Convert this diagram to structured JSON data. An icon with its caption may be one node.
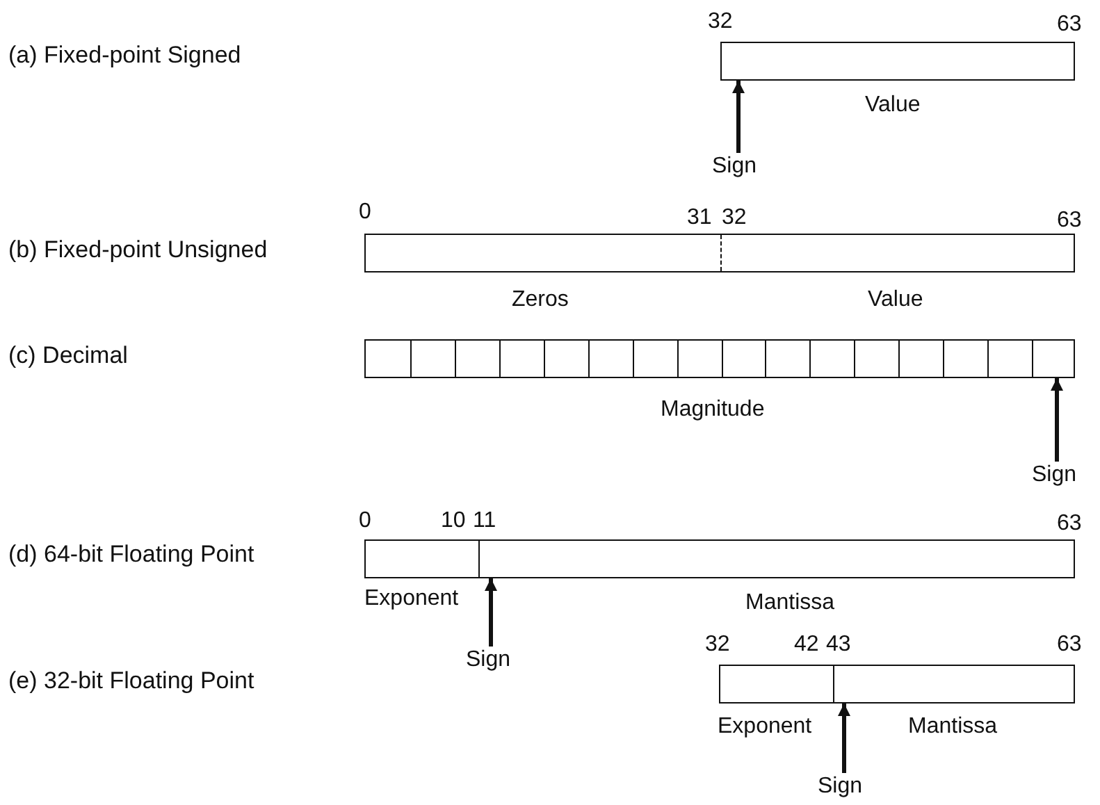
{
  "diagram": {
    "nodes": [
      {
        "text": [],
        "shape": "box",
        "beside": [
          "Value"
        ]
      },
      {
        "text": [
          "Sign"
        ]
      },
      {
        "text": [],
        "shape": "box",
        "beside": [
          "Zeros",
          "Value"
        ]
      },
      {
        "text": [],
        "shape": "box",
        "beside": [
          "Magnitude"
        ]
      },
      {
        "text": [
          "Sign"
        ]
      },
      {
        "text": [],
        "shape": "box",
        "beside": [
          "Exponent",
          "Mantissa"
        ]
      },
      {
        "text": [
          "Sign"
        ]
      },
      {
        "text": [],
        "shape": "box",
        "beside": [
          "Exponent",
          "Mantissa"
        ]
      },
      {
        "text": [
          "Sign"
        ]
      }
    ],
    "edges": [
      {
        "from": 1,
        "to": 0,
        "arrow": "to"
      },
      {
        "from": 4,
        "to": 3,
        "arrow": "to"
      },
      {
        "from": 6,
        "to": 5,
        "arrow": "to"
      },
      {
        "from": 8,
        "to": 7,
        "arrow": "to"
      }
    ],
    "labels": [
      "32",
      "63",
      "(a) Fixed-point Signed",
      "0",
      "31",
      "32",
      "63",
      "(b) Fixed-point Unsigned",
      "(c) Decimal",
      "0",
      "10",
      "11",
      "63",
      "(d) 64-bit Floating Point",
      "32",
      "42",
      "43",
      "63",
      "(e) 32-bit Floating Point"
    ]
  }
}
